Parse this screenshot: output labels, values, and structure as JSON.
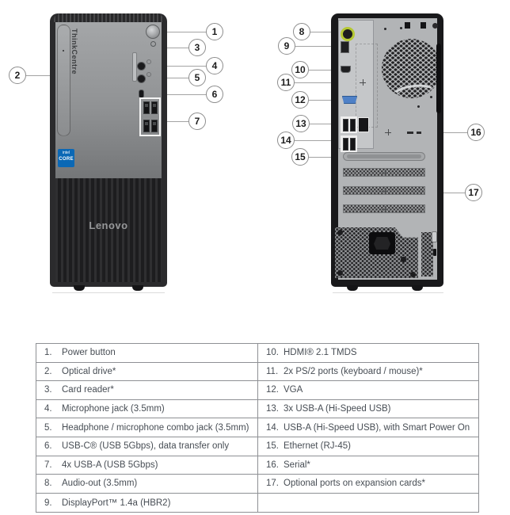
{
  "front": {
    "brand_vertical": "ThinkCentre",
    "logo": "Lenovo",
    "cpu_badge": {
      "brand": "intel",
      "series": "CORE"
    }
  },
  "rear": {
    "colors": {
      "audio_green": "#b5c833",
      "vga_blue": "#4f81c7",
      "intel_blue": "#0b68b5"
    }
  },
  "callouts": {
    "n1": "1",
    "n2": "2",
    "n3": "3",
    "n4": "4",
    "n5": "5",
    "n6": "6",
    "n7": "7",
    "n8": "8",
    "n9": "9",
    "n10": "10",
    "n11": "11",
    "n12": "12",
    "n13": "13",
    "n14": "14",
    "n15": "15",
    "n16": "16",
    "n17": "17"
  },
  "legend": {
    "left": [
      {
        "num": "1.",
        "label": "Power button"
      },
      {
        "num": "2.",
        "label": "Optical drive*"
      },
      {
        "num": "3.",
        "label": "Card reader*"
      },
      {
        "num": "4.",
        "label": "Microphone jack (3.5mm)"
      },
      {
        "num": "5.",
        "label": "Headphone / microphone combo jack (3.5mm)"
      },
      {
        "num": "6.",
        "label": "USB-C® (USB 5Gbps), data transfer only"
      },
      {
        "num": "7.",
        "label": "4x USB-A (USB 5Gbps)"
      },
      {
        "num": "8.",
        "label": "Audio-out (3.5mm)"
      },
      {
        "num": "9.",
        "label": "DisplayPort™ 1.4a (HBR2)"
      }
    ],
    "right": [
      {
        "num": "10.",
        "label": "HDMI® 2.1 TMDS"
      },
      {
        "num": "11.",
        "label": "2x PS/2 ports (keyboard / mouse)*"
      },
      {
        "num": "12.",
        "label": "VGA"
      },
      {
        "num": "13.",
        "label": "3x USB-A (Hi-Speed USB)"
      },
      {
        "num": "14.",
        "label": "USB-A (Hi-Speed USB), with Smart Power On"
      },
      {
        "num": "15.",
        "label": "Ethernet (RJ-45)"
      },
      {
        "num": "16.",
        "label": "Serial*"
      },
      {
        "num": "17.",
        "label": "Optional ports on expansion cards*"
      },
      {
        "num": "",
        "label": ""
      }
    ]
  }
}
